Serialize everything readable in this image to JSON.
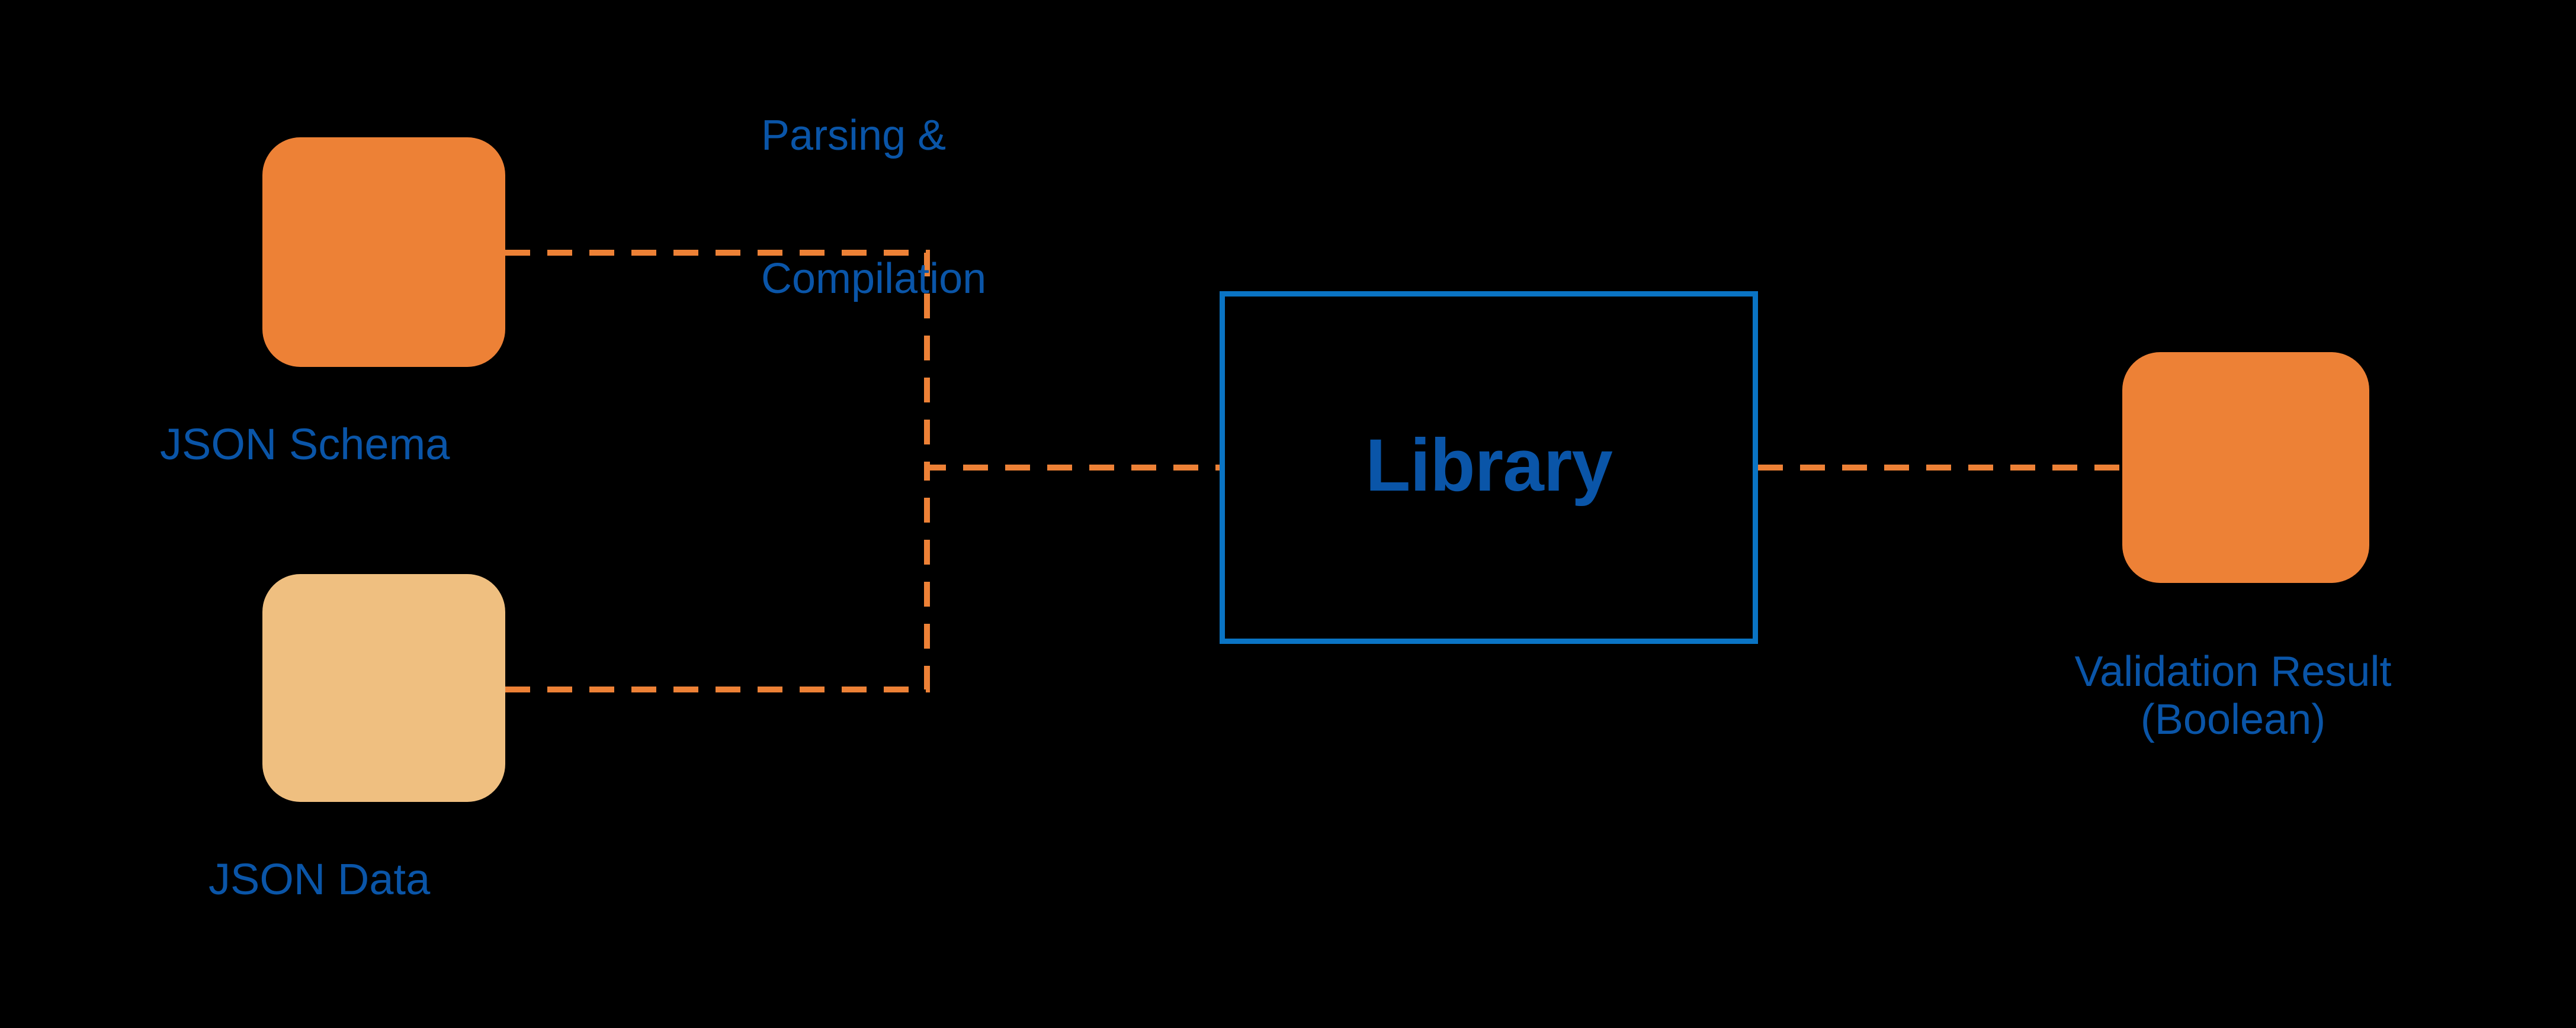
{
  "diagram": {
    "title": "JSON Schema validation library flow",
    "background_color": "#000000",
    "palette": {
      "orange_fill": "#ED8136",
      "tan_fill": "#EFBF80",
      "connector_orange": "#ED8136",
      "box_border_blue": "#0A74C4",
      "text_blue": "#0A55A8"
    },
    "nodes": [
      {
        "id": "json-schema",
        "label": "JSON Schema",
        "shape": "rounded-rectangle",
        "fill": "#ED8136"
      },
      {
        "id": "json-data",
        "label": "JSON Data",
        "shape": "rounded-rectangle",
        "fill": "#EFBF80"
      },
      {
        "id": "library",
        "label": "Library",
        "shape": "rectangle-outline",
        "border": "#0A74C4",
        "bold": true
      },
      {
        "id": "validation-result",
        "label_line1": "Validation Result",
        "label_line2": "(Boolean)",
        "shape": "rounded-rectangle",
        "fill": "#ED8136"
      }
    ],
    "edges": [
      {
        "id": "schema-to-library",
        "from": "json-schema",
        "to": "library",
        "label_line1": "Parsing &",
        "label_line2": "Compilation",
        "style": "dashed",
        "color": "#ED8136"
      },
      {
        "id": "data-to-library",
        "from": "json-data",
        "to": "library",
        "label": "",
        "style": "dashed",
        "color": "#ED8136"
      },
      {
        "id": "library-to-result",
        "from": "library",
        "to": "validation-result",
        "label": "",
        "style": "dashed",
        "color": "#ED8136"
      }
    ]
  },
  "labels": {
    "json_schema": "JSON Schema",
    "json_data": "JSON Data",
    "library": "Library",
    "parsing_compilation_line1": "Parsing &",
    "parsing_compilation_line2": "Compilation",
    "validation_result_line1": "Validation Result",
    "validation_result_line2": "(Boolean)"
  }
}
